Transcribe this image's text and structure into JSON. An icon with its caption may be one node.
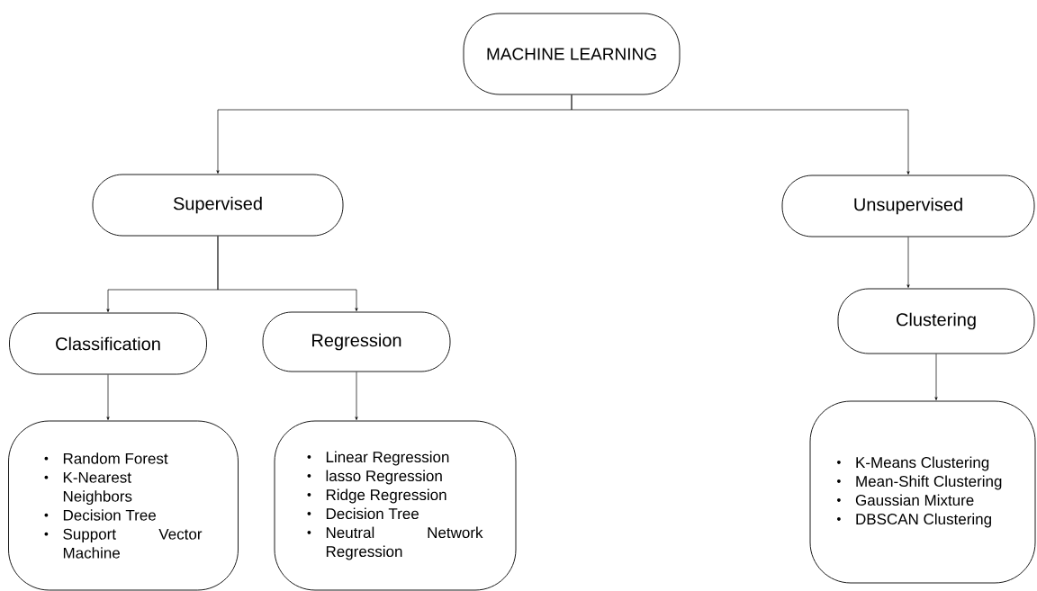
{
  "diagram": {
    "nodes": [
      {
        "text": [
          "MACHINE LEARNING"
        ]
      },
      {
        "text": [
          "Supervised"
        ]
      },
      {
        "text": [
          "Unsupervised"
        ]
      },
      {
        "text": [
          "Classification"
        ]
      },
      {
        "text": [
          "Regression"
        ]
      },
      {
        "text": [
          "Clustering"
        ]
      },
      {
        "text": [
          "Random Forest",
          "K-Nearest Neighbors",
          "Decision Tree",
          "Support Vector Machine"
        ]
      },
      {
        "text": [
          "Linear Regression",
          "lasso Regression",
          "Ridge Regression",
          "Decision Tree",
          "Neutral Network Regression"
        ]
      },
      {
        "text": [
          "K-Means Clustering",
          "Mean-Shift Clustering",
          "Gaussian Mixture",
          "DBSCAN Clustering"
        ]
      }
    ],
    "edges": [
      {
        "from": 0,
        "to": 1,
        "arrow": "to"
      },
      {
        "from": 0,
        "to": 2,
        "arrow": "to"
      },
      {
        "from": 1,
        "to": 3,
        "arrow": "to"
      },
      {
        "from": 1,
        "to": 4,
        "arrow": "to"
      },
      {
        "from": 2,
        "to": 5,
        "arrow": "to"
      },
      {
        "from": 3,
        "to": 6,
        "arrow": "to"
      },
      {
        "from": 4,
        "to": 7,
        "arrow": "to"
      },
      {
        "from": 5,
        "to": 8,
        "arrow": "to"
      }
    ]
  }
}
